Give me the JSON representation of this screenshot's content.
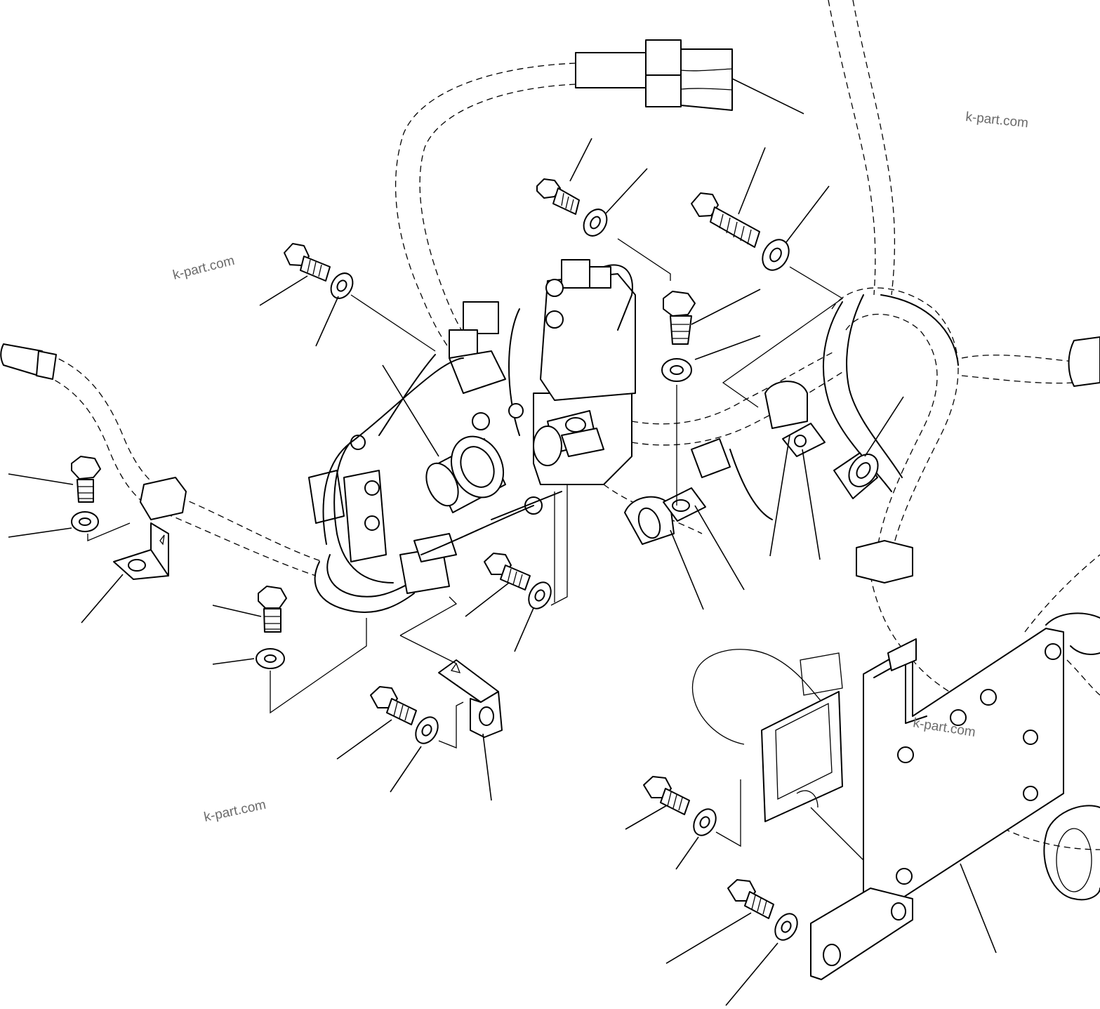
{
  "watermarks": [
    "k-part.com",
    "k-part.com",
    "k-part.com",
    "k-part.com"
  ],
  "colors": {
    "line": "#000000",
    "background": "#ffffff",
    "watermark": "#6a6a6a"
  }
}
